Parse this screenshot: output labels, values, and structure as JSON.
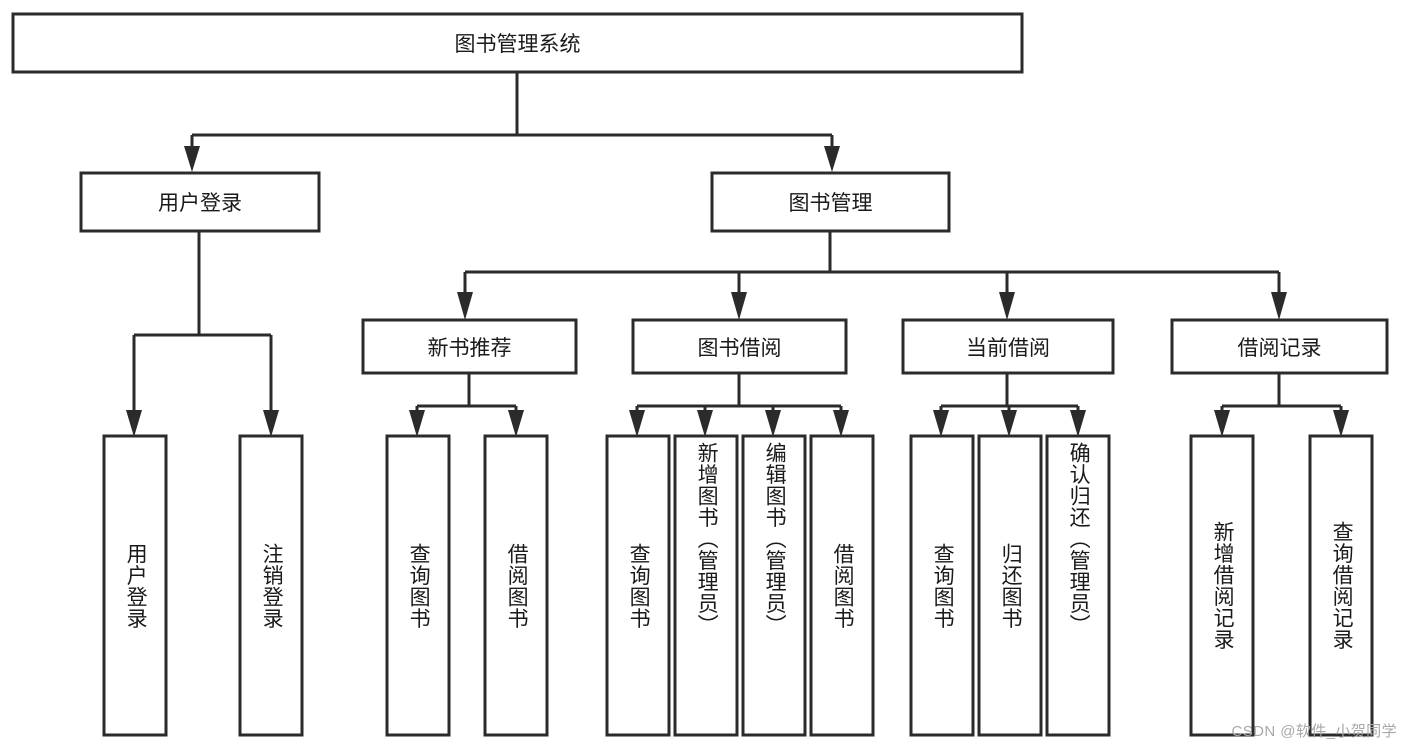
{
  "diagram": {
    "type": "tree-hierarchy",
    "orientation": "top-down",
    "title": "图书管理系统",
    "root": {
      "id": "root",
      "label": "图书管理系统",
      "text_direction": "horizontal"
    },
    "level2": [
      {
        "id": "user-login",
        "label": "用户登录",
        "text_direction": "horizontal"
      },
      {
        "id": "book-manage",
        "label": "图书管理",
        "text_direction": "horizontal"
      }
    ],
    "level3": [
      {
        "id": "new-book-rec",
        "label": "新书推荐",
        "text_direction": "horizontal",
        "parent": "book-manage"
      },
      {
        "id": "book-borrow",
        "label": "图书借阅",
        "text_direction": "horizontal",
        "parent": "book-manage"
      },
      {
        "id": "current-borrow",
        "label": "当前借阅",
        "text_direction": "horizontal",
        "parent": "book-manage"
      },
      {
        "id": "borrow-record",
        "label": "借阅记录",
        "text_direction": "horizontal",
        "parent": "book-manage"
      }
    ],
    "leaves": [
      {
        "id": "leaf-user-login",
        "label": "用户登录",
        "parent": "user-login"
      },
      {
        "id": "leaf-logout-login",
        "label": "注销登录",
        "parent": "user-login"
      },
      {
        "id": "leaf-query-book-1",
        "label": "查询图书",
        "parent": "new-book-rec"
      },
      {
        "id": "leaf-borrow-book-1",
        "label": "借阅图书",
        "parent": "new-book-rec"
      },
      {
        "id": "leaf-query-book-2",
        "label": "查询图书",
        "parent": "book-borrow"
      },
      {
        "id": "leaf-add-book",
        "label": "新增图书（管理员）",
        "parent": "book-borrow"
      },
      {
        "id": "leaf-edit-book",
        "label": "编辑图书（管理员）",
        "parent": "book-borrow"
      },
      {
        "id": "leaf-borrow-book-2",
        "label": "借阅图书",
        "parent": "book-borrow"
      },
      {
        "id": "leaf-query-book-3",
        "label": "查询图书",
        "parent": "current-borrow"
      },
      {
        "id": "leaf-return-book",
        "label": "归还图书",
        "parent": "current-borrow"
      },
      {
        "id": "leaf-confirm-return",
        "label": "确认归还（管理员）",
        "parent": "current-borrow"
      },
      {
        "id": "leaf-add-record",
        "label": "新增借阅记录",
        "parent": "borrow-record"
      },
      {
        "id": "leaf-query-record",
        "label": "查询借阅记录",
        "parent": "borrow-record"
      }
    ],
    "colors": {
      "stroke": "#2b2b2b",
      "fill": "#ffffff",
      "text": "#1a1a1a",
      "background": "#ffffff",
      "watermark": "#a8a8a8"
    }
  },
  "watermark": {
    "text": "CSDN @软件_小贺同学"
  }
}
